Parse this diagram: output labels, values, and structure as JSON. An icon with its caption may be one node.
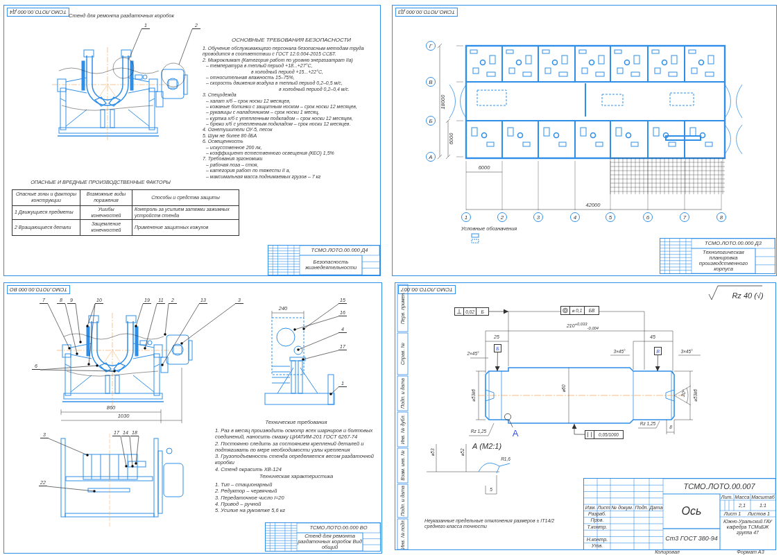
{
  "diagram": {
    "nodes": [
      {
        "text": [
          "ТСМО.ЛОТО.00.000 Д4"
        ]
      },
      {
        "text": [
          "1"
        ],
        "in": 0
      },
      {
        "text": [
          "2"
        ],
        "in": 0
      },
      {
        "text": [
          "ТСМО.ЛОТО.00.000 Д4",
          "Безопасность жизнедеятельности"
        ],
        "in": 0
      },
      {
        "text": [
          "ТСМО.ЛОТО.00.000 Д3"
        ]
      },
      {
        "text": [
          "Г"
        ],
        "in": 4
      },
      {
        "text": [
          "В"
        ],
        "in": 4
      },
      {
        "text": [
          "Б"
        ],
        "in": 4
      },
      {
        "text": [
          "А"
        ],
        "in": 4
      },
      {
        "text": [
          "1"
        ],
        "in": 4
      },
      {
        "text": [
          "2"
        ],
        "in": 4
      },
      {
        "text": [
          "3"
        ],
        "in": 4
      },
      {
        "text": [
          "4"
        ],
        "in": 4
      },
      {
        "text": [
          "5"
        ],
        "in": 4
      },
      {
        "text": [
          "6"
        ],
        "in": 4
      },
      {
        "text": [
          "7"
        ],
        "in": 4
      },
      {
        "text": [
          "8"
        ],
        "in": 4
      },
      {
        "text": [
          "ТСМО.ЛОТО.00.000 Д3",
          "Технологическая планировка производственного корпуса"
        ],
        "in": 4
      },
      {
        "text": [
          "ТСМО.ЛОТО.00.000 ВО"
        ]
      },
      {
        "text": [
          "7"
        ],
        "in": 18
      },
      {
        "text": [
          "8"
        ],
        "in": 18
      },
      {
        "text": [
          "9"
        ],
        "in": 18
      },
      {
        "text": [
          "10"
        ],
        "in": 18
      },
      {
        "text": [
          "19"
        ],
        "in": 18
      },
      {
        "text": [
          "11"
        ],
        "in": 18
      },
      {
        "text": [
          "2"
        ],
        "in": 18
      },
      {
        "text": [
          "13"
        ],
        "in": 18
      },
      {
        "text": [
          "3"
        ],
        "in": 18
      },
      {
        "text": [
          "6"
        ],
        "in": 18
      },
      {
        "text": [
          "15"
        ],
        "in": 18
      },
      {
        "text": [
          "16"
        ],
        "in": 18
      },
      {
        "text": [
          "4"
        ],
        "in": 18
      },
      {
        "text": [
          "17"
        ],
        "in": 18
      },
      {
        "text": [
          "1"
        ],
        "in": 18
      },
      {
        "text": [
          "3"
        ],
        "in": 18
      },
      {
        "text": [
          "17"
        ],
        "in": 18
      },
      {
        "text": [
          "14"
        ],
        "in": 18
      },
      {
        "text": [
          "18"
        ],
        "in": 18
      },
      {
        "text": [
          "22"
        ],
        "in": 18
      },
      {
        "text": [
          "ТСМО.ЛОТО.00.000 ВО",
          "Стенд для ремонта раздаточных коробок Вид общий"
        ],
        "in": 18
      },
      {
        "text": [
          "ТСМО.ЛОТО.00.007"
        ]
      },
      {
        "text": [
          "ТСМО.ЛОТО.00.007",
          "Ось",
          "Ст3 ГОСТ 380-94"
        ],
        "in": 40
      },
      {
        "text": [
          "Б"
        ],
        "in": 40
      },
      {
        "text": [
          "В"
        ],
        "in": 40
      },
      {
        "text": [
          "0,02",
          "Б"
        ],
        "in": 40
      },
      {
        "text": [
          "⌀ 0,1",
          "БВ"
        ],
        "in": 40
      },
      {
        "text": [
          "0,05/1000"
        ],
        "in": 40
      },
      {
        "text": [
          "А"
        ],
        "in": 40
      }
    ],
    "edges": [
      {
        "from": 1,
        "to": null,
        "arrow": "none"
      },
      {
        "from": 2,
        "to": null,
        "arrow": "none"
      },
      {
        "from": 19,
        "to": null,
        "arrow": "other"
      },
      {
        "from": 20,
        "to": null,
        "arrow": "other"
      },
      {
        "from": 21,
        "to": null,
        "arrow": "other"
      },
      {
        "from": 22,
        "to": null,
        "arrow": "other"
      },
      {
        "from": 22,
        "to": null,
        "arrow": "other"
      },
      {
        "from": 23,
        "to": null,
        "arrow": "other"
      },
      {
        "from": 24,
        "to": null,
        "arrow": "other"
      },
      {
        "from": 25,
        "to": null,
        "arrow": "other"
      },
      {
        "from": 26,
        "to": null,
        "arrow": "other"
      },
      {
        "from": 27,
        "to": null,
        "arrow": "other"
      },
      {
        "from": 28,
        "to": null,
        "arrow": "other"
      },
      {
        "from": 28,
        "to": null,
        "arrow": "other"
      },
      {
        "from": 29,
        "to": null,
        "arrow": "other"
      },
      {
        "from": 30,
        "to": null,
        "arrow": "other"
      },
      {
        "from": 31,
        "to": null,
        "arrow": "other"
      },
      {
        "from": 32,
        "to": null,
        "arrow": "other"
      },
      {
        "from": 33,
        "to": null,
        "arrow": "other"
      },
      {
        "from": 34,
        "to": null,
        "arrow": "other"
      },
      {
        "from": 35,
        "to": null,
        "arrow": "other"
      },
      {
        "from": 36,
        "to": null,
        "arrow": "other"
      },
      {
        "from": 37,
        "to": null,
        "arrow": "other"
      },
      {
        "from": 38,
        "to": null,
        "arrow": "other"
      },
      {
        "from": 42,
        "to": null,
        "arrow": "to"
      },
      {
        "from": 43,
        "to": null,
        "arrow": "to"
      },
      {
        "from": 44,
        "to": null,
        "arrow": "to"
      },
      {
        "from": 46,
        "to": null,
        "arrow": "to"
      },
      {
        "from": 47,
        "to": null,
        "arrow": "other"
      }
    ],
    "labels": [
      "Стенд для ремонта раздаточных коробок",
      "ОСНОВНЫЕ ТРЕБОВАНИЯ БЕЗОПАСНОСТИ",
      "1. Обучение обслуживающего персонала безопасным методам труда проводится в соответствии с ГОСТ 12.0.004-2015 ССБТ.",
      "2. Микроклимат (Категория работ по уровню энергозатрат IIа)",
      "– температура в теплый период +18...+27°С,",
      "в холодный период +15...+22°С,",
      "– относительная влажность 15–75%,",
      "– скорость движения воздуха в теплый период 0,2–0,5 м/с,",
      "в холодный период 0,2–0,4 м/с.",
      "3. Спецодежда",
      "– халат х/б – срок носки 12 месяцев,",
      "– кожаные ботинки с защитным носком – срок носки 12 месяцев,",
      "– рукавицы с наладонником – срок носки 1 месяц,",
      "– куртка х/б с утепленным подкладом – срок носки 12 месяцев,",
      "– брюки х/б с утепленным подкладом – срок носки 12 месяцев.",
      "4. Огнетушители ОУ-5, песок",
      "5. Шум не более 80 дБА",
      "6. Освещенность",
      "– искусственное 200 лк,",
      "– коэффициент естественного освещения (КЕО) 1,5%",
      "7. Требования эргономики",
      "– рабочая поза – стоя,",
      "– категория работ по тяжести II а,",
      "– максимальная масса поднимаемых грузов – 7 кг",
      "ОПАСНЫЕ И ВРЕДНЫЕ ПРОИЗВОДСТВЕННЫЕ ФАКТОРЫ",
      "Опасные зоны и факторы конструкции",
      "Возможные виды поражения",
      "Способы и средства защиты",
      "1 Движущиеся предметы",
      "Ушибы конечностей",
      "Контроль за усилием затяжки зажимных устройств стенда",
      "2 Вращающиеся детали",
      "Защемление конечностей",
      "Применение защитных кожухов",
      "18000",
      "6000",
      "6000",
      "42000",
      "Условные обозначения",
      "240",
      "860",
      "1030",
      "Технические требования",
      "1. Раз в месяц производить осмотр всех шарниров и болтовых соединений, наносить смазку ЦИАТИМ-201 ГОСТ 6267-74",
      "2. Постоянно следить за состоянием креплений деталей и подтягивать по мере необходимости узлы крепления",
      "3. Грузоподъемность стенда определяется весом раздаточной коробки",
      "4. Стенд окрасить ХВ-124",
      "Техническая характеристика",
      "1. Тип – стационарный",
      "2. Редуктор – червячный",
      "3. Передаточное число i=20",
      "4. Привод – ручной",
      "5. Усилие на рукоятке 5,6 кг",
      "Rz 40 (√)",
      "210$^{+0,033}$$_{-0,004}$",
      "25",
      "45",
      "2×45°",
      "3×45°",
      "3×45°",
      "⌀53k6",
      "⌀60",
      "⌀53k6",
      "30°",
      "Rz 1,25",
      "Rz 1,25",
      "8",
      "А (М2:1)",
      "⌀53",
      "⌀52",
      "R1,6",
      "5",
      "Неуказанные предельные отклонения размеров ± IT14/2 среднего класса точности",
      "Изм.",
      "Лист",
      "№ докум.",
      "Подп.",
      "Дата",
      "Разраб.",
      "Пров.",
      "Т.контр.",
      "Н.контр.",
      "Утв.",
      "Лит.",
      "Масса",
      "Масштаб",
      "2,1",
      "1:1",
      "Лист 1",
      "Листов 1",
      "Южно-Уральский ГАУ кафедра ТСМиБЖ группа 47",
      "Копировал",
      "Формат А3",
      "Перв. примен.",
      "Справ. №",
      "Подп. и дата",
      "Инв. № дубл.",
      "Взам. инв. №",
      "Подп. и дата",
      "Инв. № подл."
    ]
  }
}
